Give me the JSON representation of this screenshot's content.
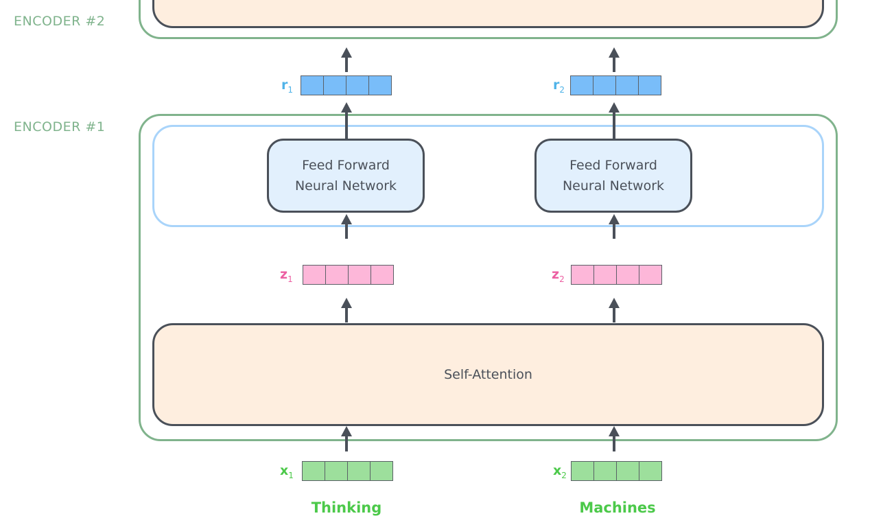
{
  "encoders": [
    {
      "label": "ENCODER #2"
    },
    {
      "label": "ENCODER #1",
      "ffn_label_line1": "Feed Forward",
      "ffn_label_line2": "Neural Network",
      "attention_label": "Self-Attention"
    }
  ],
  "vectors": {
    "r": {
      "symbol": "r",
      "subs": [
        "1",
        "2"
      ],
      "color": "#79bdf9",
      "label_color": "#4fb3e8"
    },
    "z": {
      "symbol": "z",
      "subs": [
        "1",
        "2"
      ],
      "color": "#fdb7d9",
      "label_color": "#ec5fa2"
    },
    "x": {
      "symbol": "x",
      "subs": [
        "1",
        "2"
      ],
      "color": "#9ddf9c",
      "label_color": "#4cc94a"
    }
  },
  "words": [
    "Thinking",
    "Machines"
  ]
}
